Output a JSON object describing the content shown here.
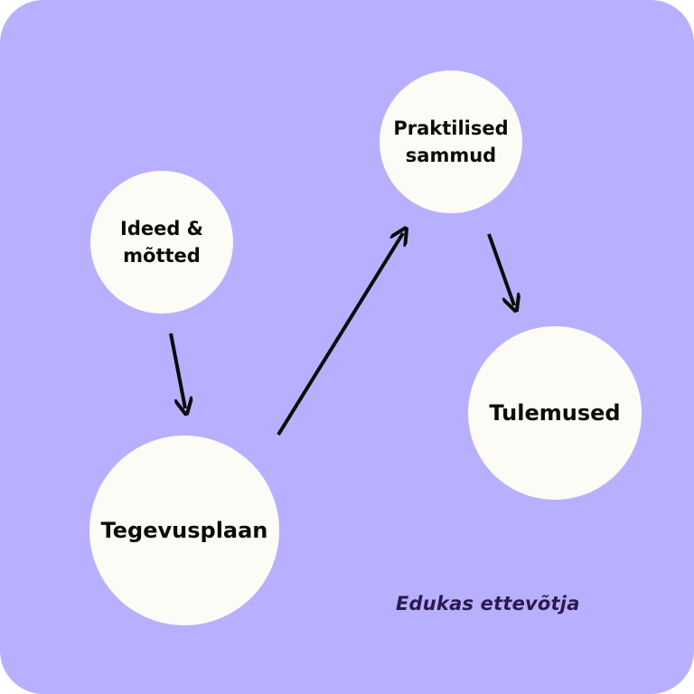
{
  "diagram": {
    "nodes": {
      "ideed": {
        "label": "Ideed &\nmõtted"
      },
      "praktilised": {
        "label": "Praktilised\nsammud"
      },
      "tegevusplaan": {
        "label": "Tegevusplaan"
      },
      "tulemused": {
        "label": "Tulemused"
      }
    },
    "logo": {
      "text": "Edukas ettevõtja"
    },
    "colors": {
      "background": "#b8b0ff",
      "node_fill": "#fdfbf5",
      "arrow": "#0b0b0b",
      "logo": "#2c1a4f"
    }
  }
}
